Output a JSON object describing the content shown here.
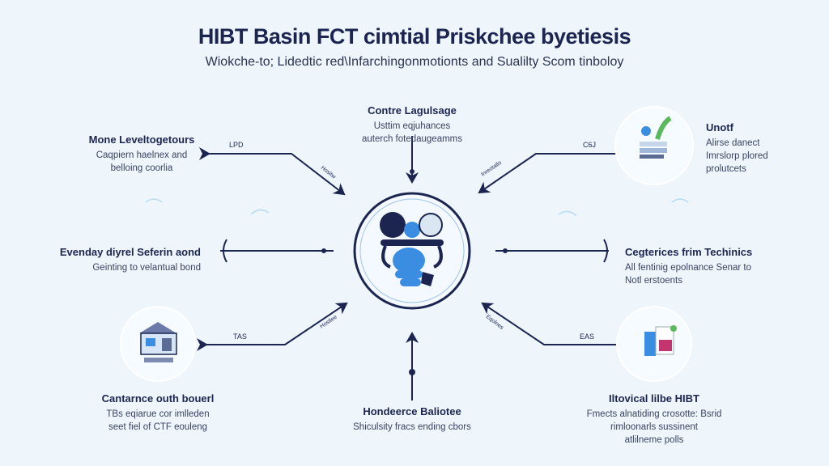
{
  "title": "HIBT Basin FCT cimtial Priskchee byetiesis",
  "subtitle": "Wiokche-to; Lidedtic red\\Infarchingonmotionts and Sualilty Scom tinboloy",
  "colors": {
    "navy": "#1c2550",
    "accent": "#3a8de0",
    "background": "#eef6fc"
  },
  "nodes": {
    "top_center": {
      "title": "Contre Lagulsage",
      "lines": [
        "Usttim eqjuhances",
        "auterch fotedaugeamms"
      ]
    },
    "top_left": {
      "title": "Mone Leveltogetours",
      "lines": [
        "Caqpiern haelnex and",
        "belloing coorlia"
      ],
      "edge_label": "LPD",
      "diag_label": "Hositw"
    },
    "top_right": {
      "title": "Unotf",
      "lines": [
        "Alirse danect",
        "Imrslorp plored",
        "prolutcets"
      ],
      "edge_label": "C6J",
      "diag_label": "Inreotallo"
    },
    "mid_left": {
      "title": "Evenday diyrel Seferin aond",
      "lines": [
        "Geinting to velantual bond"
      ]
    },
    "mid_right": {
      "title": "Cegterices frim Techinics",
      "lines": [
        "All fentinig epolnance Senar to",
        "Notl erstoents"
      ]
    },
    "bottom_left": {
      "title": "Cantarnce outh bouerl",
      "lines": [
        "TBs eqiarue cor imlleden",
        "seet fiel of CTF eouleng"
      ],
      "edge_label": "TAS",
      "diag_label": "Hostlee"
    },
    "bottom_center": {
      "title": "Hondeerce Baliotee",
      "lines": [
        "Shiculsity fracs ending cbors"
      ]
    },
    "bottom_right": {
      "title": "Iltovical lilbe HIBT",
      "lines": [
        "Fmects alnatiding crosotte: Bsrid",
        "rimloonarls sussinent",
        "atlilneme polls"
      ],
      "edge_label": "EAS",
      "diag_label": "Eqolnes"
    }
  }
}
